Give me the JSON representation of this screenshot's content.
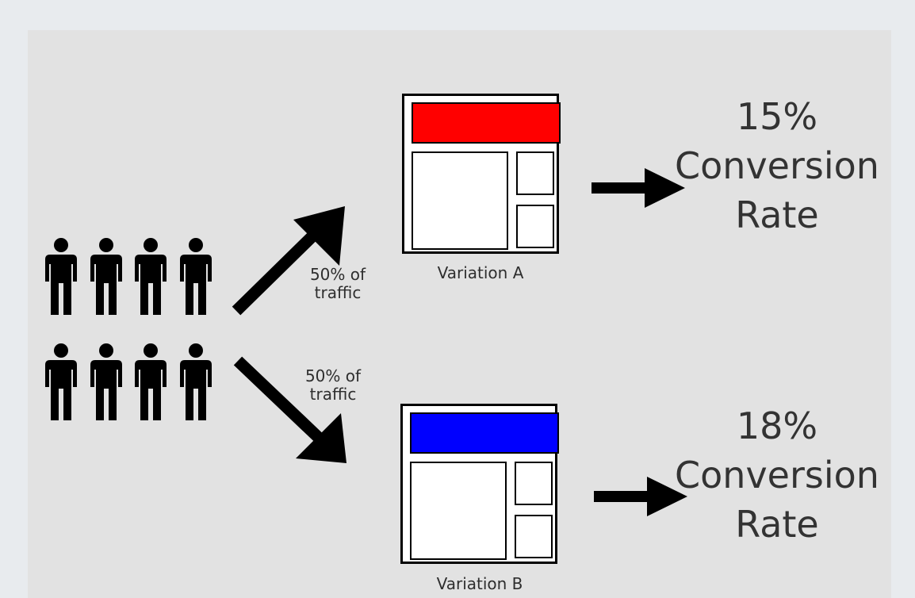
{
  "diagram": {
    "traffic_split": [
      {
        "text_line1": "50% of",
        "text_line2": "traffic"
      },
      {
        "text_line1": "50% of",
        "text_line2": "traffic"
      }
    ],
    "variations": [
      {
        "label": "Variation A",
        "header_color": "#ff0000",
        "rate_value": "15%",
        "rate_word1": "Conversion",
        "rate_word2": "Rate"
      },
      {
        "label": "Variation B",
        "header_color": "#0000ff",
        "rate_value": "18%",
        "rate_word1": "Conversion",
        "rate_word2": "Rate"
      }
    ],
    "people_count": 8,
    "icons": [
      "person-icon",
      "arrow-up-right-icon",
      "arrow-down-right-icon",
      "arrow-right-icon"
    ]
  }
}
